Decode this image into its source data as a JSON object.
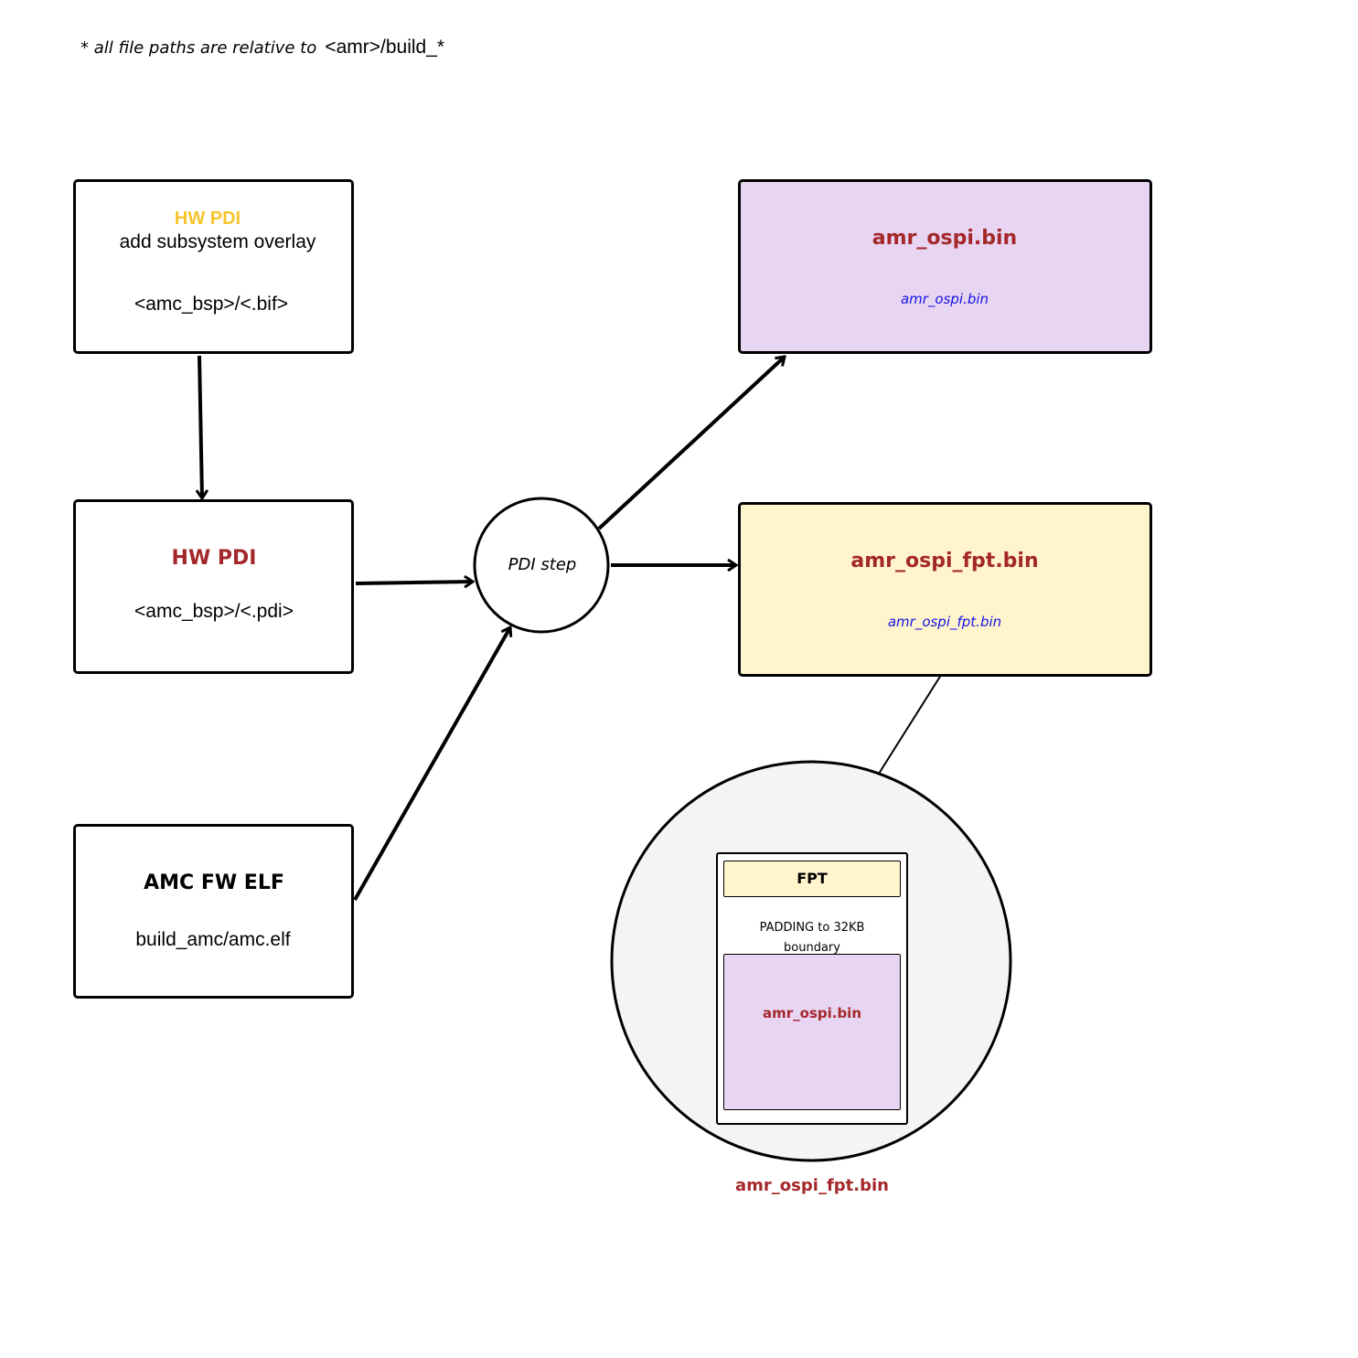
{
  "note": {
    "prefix": "* all file paths are relative to",
    "path": "<amr>/build_*"
  },
  "colors": {
    "heading_red": "#a4282b",
    "heading_yellow": "#f6c42b",
    "link_blue": "#1515e6",
    "purple_fill": "#e8d5f1",
    "yellow_fill": "#fff4cc",
    "circle_fill": "#f4f4f4"
  },
  "nodes": {
    "bif": {
      "title": "HW PDI",
      "subtitle": "add subsystem overlay",
      "path": "<amc_bsp>/<.bif>"
    },
    "pdi": {
      "title": "HW PDI",
      "path": "<amc_bsp>/<.pdi>"
    },
    "elf": {
      "title": "AMC FW ELF",
      "path": "build_amc/amc.elf"
    },
    "step": {
      "label": "PDI step"
    },
    "ospi": {
      "title": "amr_ospi.bin",
      "link": "amr_ospi.bin"
    },
    "fpt": {
      "title": "amr_ospi_fpt.bin",
      "link": "amr_ospi_fpt.bin"
    }
  },
  "detail": {
    "fpt_label": "FPT",
    "padding_line1": "PADDING to 32KB",
    "padding_line2": "boundary",
    "ospi_label": "amr_ospi.bin",
    "caption": "amr_ospi_fpt.bin"
  }
}
